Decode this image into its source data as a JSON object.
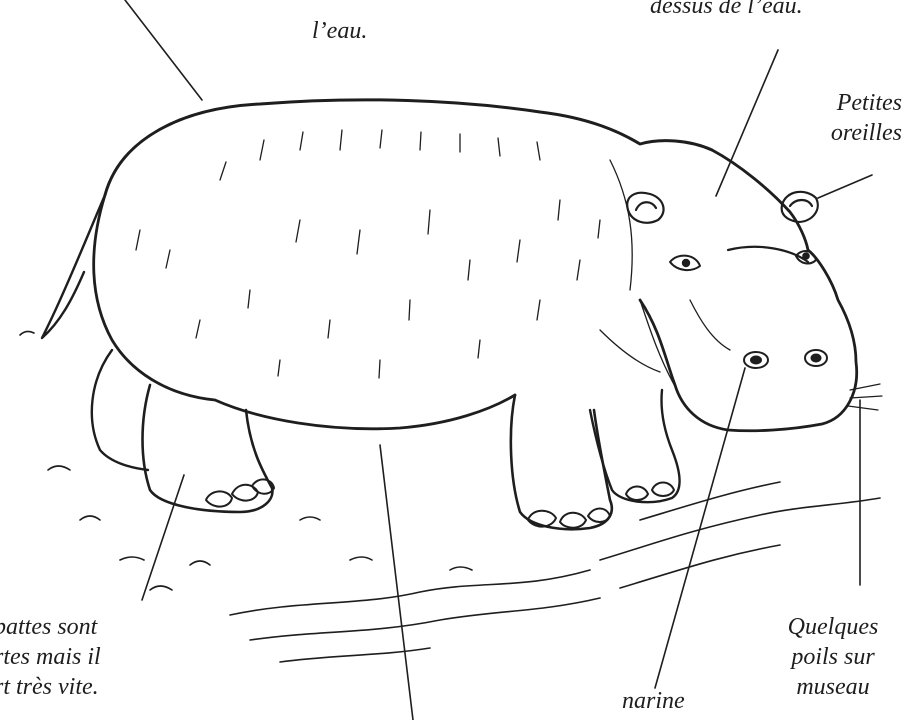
{
  "labels": {
    "top_middle": {
      "lines": [
        "l’eau."
      ]
    },
    "top_right": {
      "lines": [
        "dessus de l’eau."
      ]
    },
    "ears": {
      "lines": [
        "Petites",
        "oreilles"
      ]
    },
    "legs": {
      "lines": [
        "pattes sont",
        "rtes  mais il",
        "rt très vite."
      ]
    },
    "nostril": {
      "lines": [
        "narine"
      ]
    },
    "whiskers": {
      "lines": [
        "Quelques",
        "poils sur",
        "museau"
      ]
    }
  },
  "colors": {
    "ink": "#1e1e1e",
    "background": "#ffffff"
  }
}
